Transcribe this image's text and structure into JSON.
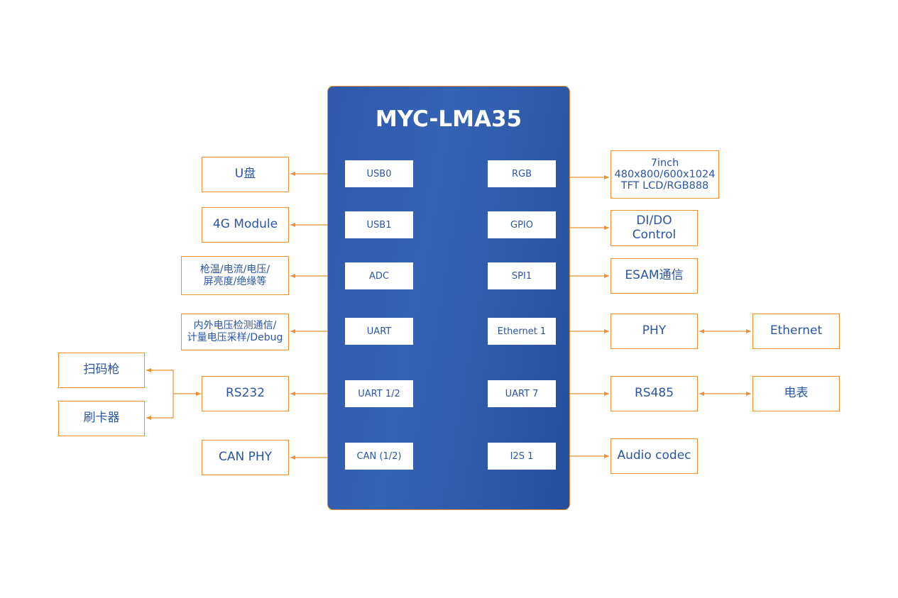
{
  "chip": {
    "title": "MYC-LMA35"
  },
  "pins": {
    "usb0": "USB0",
    "usb1": "USB1",
    "adc": "ADC",
    "uart": "UART",
    "uart12": "UART 1/2",
    "can": "CAN (1/2)",
    "rgb": "RGB",
    "gpio": "GPIO",
    "spi1": "SPI1",
    "eth1": "Ethernet 1",
    "uart7": "UART 7",
    "i2s1": "I2S 1"
  },
  "left_boxes": {
    "udisk": "U盘",
    "module4g": "4G Module",
    "sensing_l1": "枪温/电流/电压/",
    "sensing_l2": "屏亮度/绝缘等",
    "voltage_l1": "内外电压检测通信/",
    "voltage_l2": "计量电压采样/Debug",
    "rs232": "RS232",
    "canphy": "CAN PHY"
  },
  "far_left_boxes": {
    "scanner": "扫码枪",
    "cardreader": "刷卡器"
  },
  "right_boxes": {
    "lcd_l1": "7inch",
    "lcd_l2": "480x800/600x1024",
    "lcd_l3": "TFT LCD/RGB888",
    "dido_l1": "DI/DO",
    "dido_l2": "Control",
    "esam": "ESAM通信",
    "phy": "PHY",
    "rs485": "RS485",
    "audio": "Audio codec"
  },
  "far_right_boxes": {
    "ethernet": "Ethernet",
    "meter": "电表"
  },
  "colors": {
    "chip_blue": "#2f58ad",
    "accent_orange": "#e8912f",
    "text_blue": "#2a55a5"
  }
}
